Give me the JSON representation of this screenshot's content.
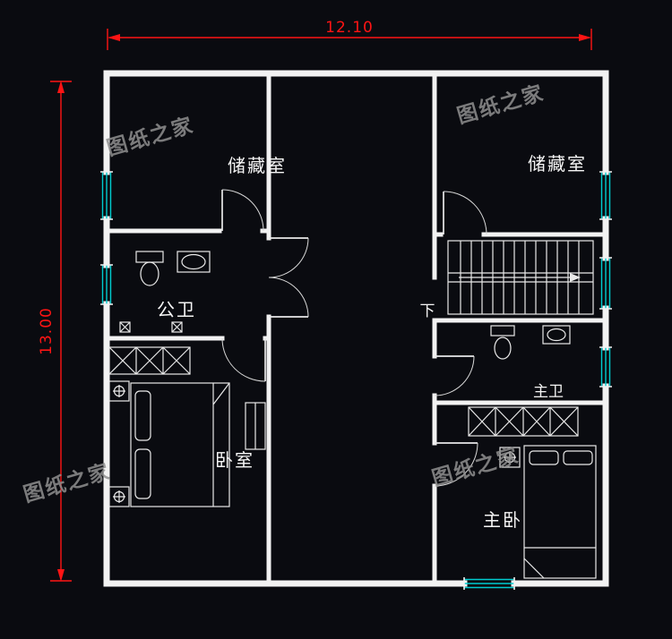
{
  "canvas": {
    "background": "#0a0b10"
  },
  "palette": {
    "wall": "#f2f2f2",
    "dimension": "#ff1414",
    "window": "#00cccf",
    "watermark": "#8f8f8f",
    "label": "#f5f5f5"
  },
  "dimensions": {
    "width_label": "12.10",
    "height_label": "13.00"
  },
  "rooms": [
    {
      "name": "storage-left",
      "label": "储藏室"
    },
    {
      "name": "storage-right",
      "label": "储藏室"
    },
    {
      "name": "public-bathroom",
      "label": "公卫"
    },
    {
      "name": "bedroom",
      "label": "卧室"
    },
    {
      "name": "master-bathroom",
      "label": "主卫"
    },
    {
      "name": "master-bedroom",
      "label": "主卧"
    }
  ],
  "stairs": {
    "down_label": "下"
  },
  "watermarks": [
    {
      "text": "图纸之家"
    },
    {
      "text": "图纸之家"
    },
    {
      "text": "图纸之家"
    },
    {
      "text": "图纸之家"
    }
  ]
}
